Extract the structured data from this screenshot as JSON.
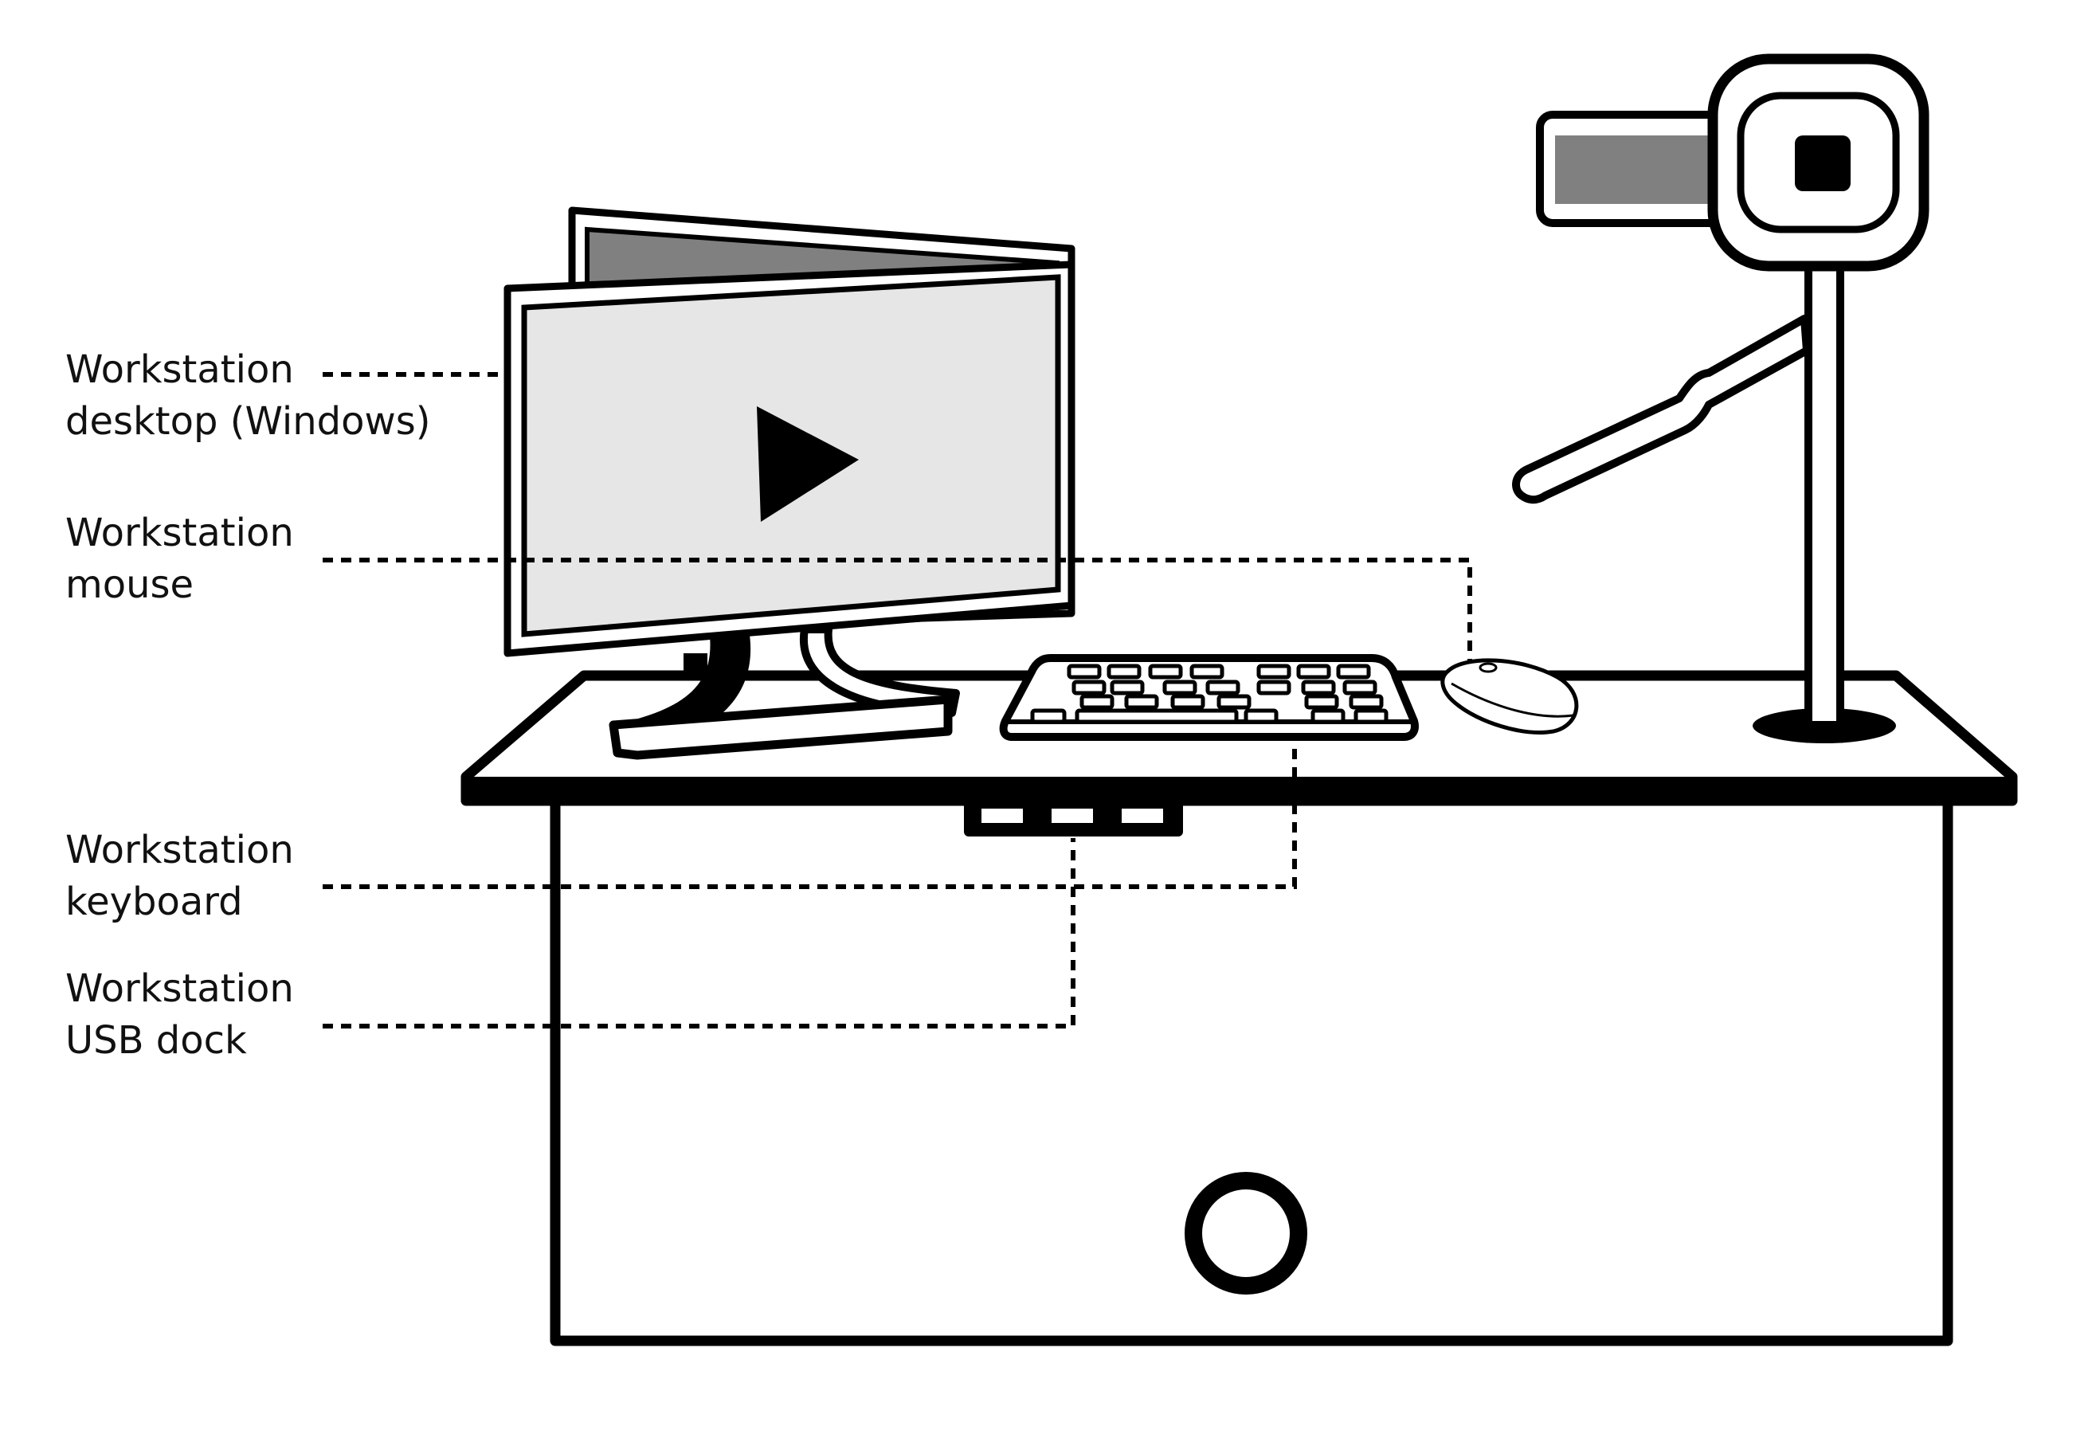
{
  "labels": {
    "desktop": {
      "line1": "Workstation",
      "line2": "desktop (Windows)"
    },
    "mouse": {
      "line1": "Workstation",
      "line2": "mouse"
    },
    "keyboard": {
      "line1": "Workstation",
      "line2": "keyboard"
    },
    "usb_dock": {
      "line1": "Workstation",
      "line2": "USB dock"
    }
  },
  "colors": {
    "line": "#000000",
    "screen_fill": "#e6e6e6",
    "camera_bar": "#808080",
    "background": "#ffffff"
  },
  "icons": {
    "play": "play-icon"
  }
}
